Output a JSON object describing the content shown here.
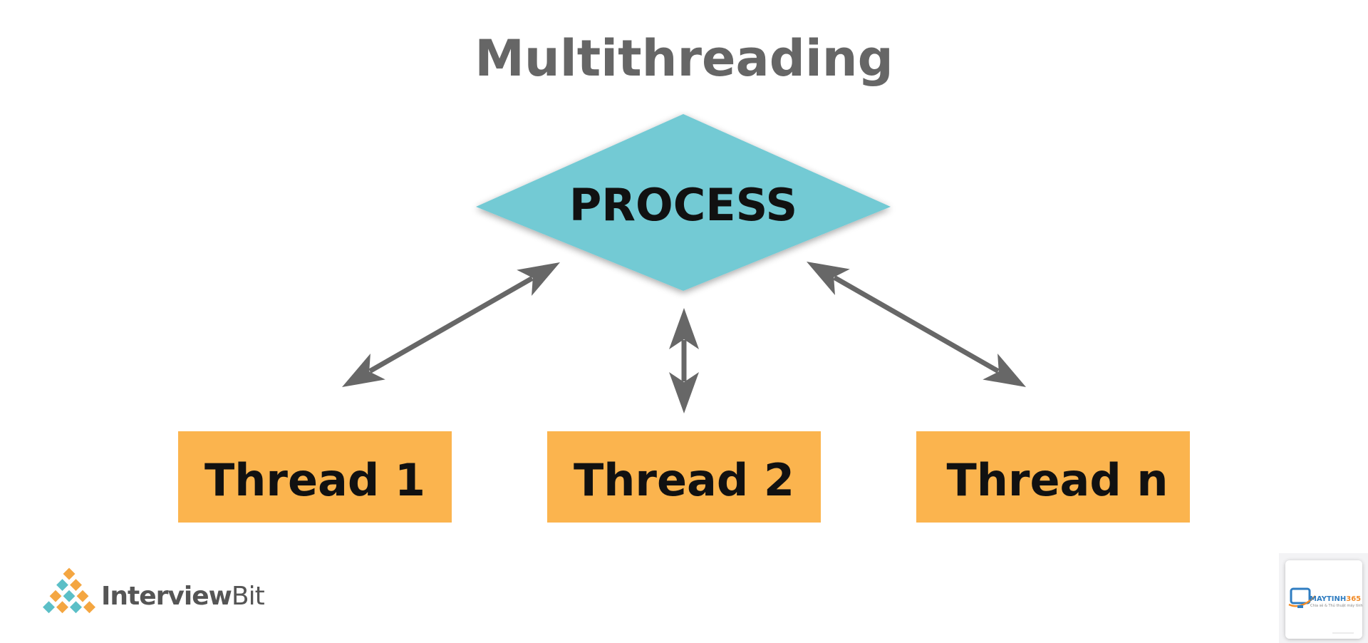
{
  "title": "Multithreading",
  "process": {
    "label": "PROCESS",
    "color": "#73CAD4"
  },
  "threads": [
    {
      "label": "Thread 1"
    },
    {
      "label": "Thread 2"
    },
    {
      "label": "Thread n"
    }
  ],
  "thread_color": "#FBB44E",
  "arrow_color": "#676767",
  "title_color": "#666666",
  "brand": {
    "name_interview": "Interview",
    "name_bit": "Bit",
    "colors": [
      "#F4A641",
      "#5BBFC7"
    ]
  },
  "watermark": {
    "brand_main": "MAYTINH",
    "brand_num": "365",
    "tagline": "Chia sẻ & Thủ thuật máy tính",
    "colors": [
      "#2F7DC1",
      "#F28C28"
    ]
  }
}
